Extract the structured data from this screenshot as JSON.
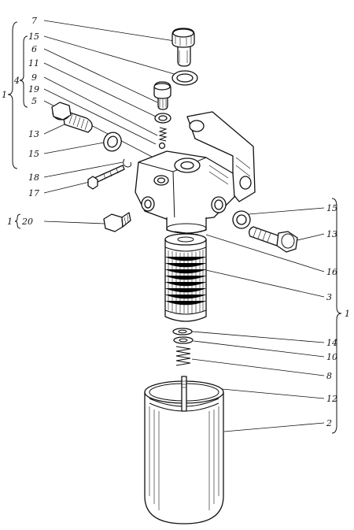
{
  "labels": {
    "l7": "7",
    "l15a": "15",
    "l6": "6",
    "l11": "11",
    "l9": "9",
    "l19": "19",
    "l5": "5",
    "l13a": "13",
    "l15b": "15",
    "l18": "18",
    "l17": "17",
    "l20": "20",
    "l15c": "15",
    "l13b": "13",
    "l16": "16",
    "l3": "3",
    "l14": "14",
    "l10": "10",
    "l8": "8",
    "l12": "12",
    "l2": "2"
  },
  "groups": {
    "outer_left": "1",
    "inner_left": "4",
    "left_20": "1",
    "right": "1"
  }
}
